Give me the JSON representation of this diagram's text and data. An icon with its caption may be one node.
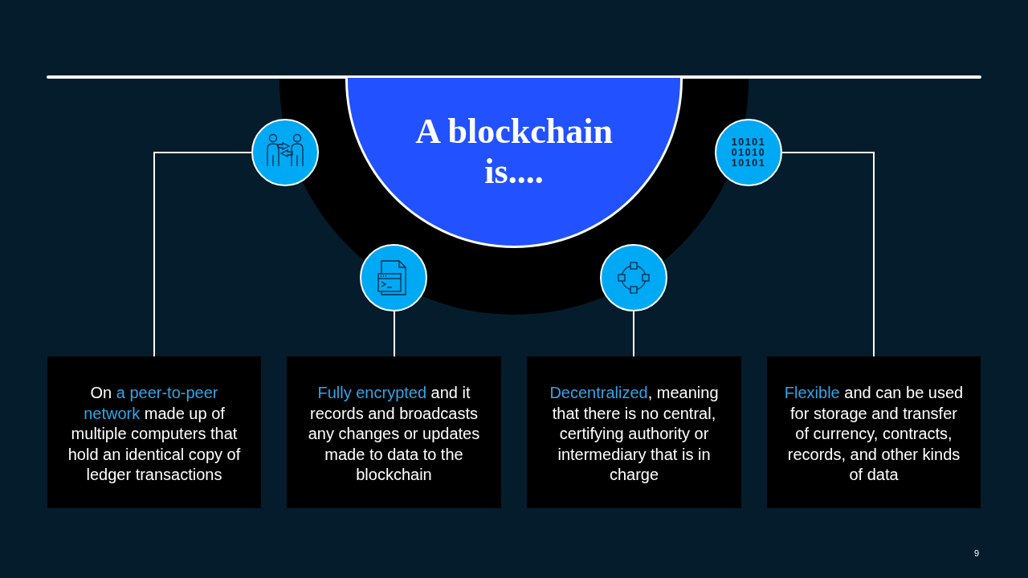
{
  "diagram": {
    "nodes": [
      {
        "text": [
          "A blockchain is...."
        ]
      },
      {
        "text": [],
        "shape": "circle"
      },
      {
        "text": [
          "10101 01010 10101"
        ]
      },
      {
        "text": [],
        "shape": "circle"
      },
      {
        "text": [],
        "shape": "circle"
      },
      {
        "text": [
          "On *a peer-to-peer network* made up of multiple computers that hold an identical copy of ledger transactions"
        ]
      },
      {
        "text": [
          "*Fully encrypted* and it records and broadcasts any changes or updates made to data to the blockchain"
        ]
      },
      {
        "text": [
          "*Decentralized*, meaning that there is no central, certifying authority or intermediary that is in charge"
        ]
      },
      {
        "text": [
          "*Flexible* and can be used for storage and transfer of currency, contracts, records, and other kinds of data"
        ]
      }
    ],
    "edges": [
      {
        "from": 1,
        "to": 5,
        "arrow": "none"
      },
      {
        "from": 3,
        "to": 6,
        "arrow": "none"
      },
      {
        "from": 4,
        "to": 7,
        "arrow": "none"
      },
      {
        "from": 2,
        "to": 8,
        "arrow": "none"
      }
    ],
    "labels": [
      "9"
    ]
  }
}
